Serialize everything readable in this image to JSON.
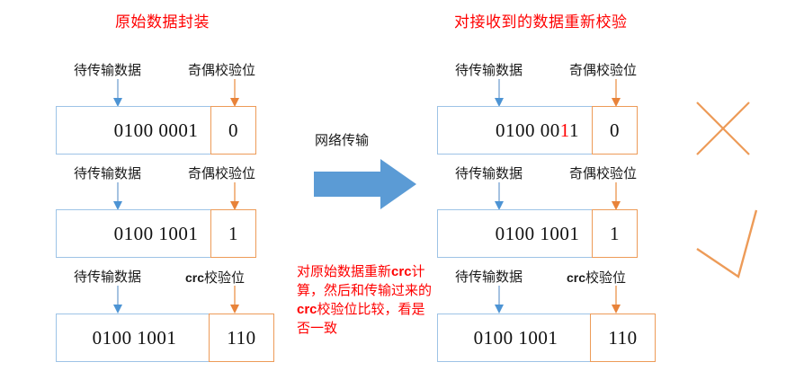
{
  "left_section": {
    "title": "原始数据封装",
    "rows": [
      {
        "data_caption": "待传输数据",
        "check_caption": "奇偶校验位",
        "check_caption_kind": "parity",
        "bits_prefix": "0100 0001",
        "bits_error": "",
        "bits_suffix": "",
        "check_value": "0"
      },
      {
        "data_caption": "待传输数据",
        "check_caption": "奇偶校验位",
        "check_caption_kind": "parity",
        "bits_prefix": "0100 1001",
        "bits_error": "",
        "bits_suffix": "",
        "check_value": "1"
      },
      {
        "data_caption": "待传输数据",
        "check_caption_crc": "crc",
        "check_caption_rest": "校验位",
        "check_caption_kind": "crc",
        "bits_prefix": "0100 1001",
        "bits_error": "",
        "bits_suffix": "",
        "check_value": "110"
      }
    ]
  },
  "transmission": {
    "label": "网络传输",
    "arrow_color": "#5B9BD5",
    "arrow_icon": "right-block-arrow"
  },
  "note": {
    "line1": "对原始数据重新",
    "crc1": "crc",
    "line2": "计算，然后",
    "line3": "和传输过来的",
    "crc2": "crc",
    "line4": "校验位比较",
    "line5": "，看是否一致",
    "color": "#FF0000"
  },
  "right_section": {
    "title": "对接收到的数据重新校验",
    "rows": [
      {
        "data_caption": "待传输数据",
        "check_caption": "奇偶校验位",
        "check_caption_kind": "parity",
        "bits_prefix": "0100 00",
        "bits_error": "1",
        "bits_suffix": "1",
        "check_value": "0"
      },
      {
        "data_caption": "待传输数据",
        "check_caption": "奇偶校验位",
        "check_caption_kind": "parity",
        "bits_prefix": "0100 1001",
        "bits_error": "",
        "bits_suffix": "",
        "check_value": "1"
      },
      {
        "data_caption": "待传输数据",
        "check_caption_crc": "crc",
        "check_caption_rest": "校验位",
        "check_caption_kind": "crc",
        "bits_prefix": "0100 1001",
        "bits_error": "",
        "bits_suffix": "",
        "check_value": "110"
      }
    ]
  },
  "verdicts": [
    {
      "icon": "cross-mark-icon",
      "meaning": "check-failed",
      "color": "#ED9B58"
    },
    {
      "icon": "check-mark-icon",
      "meaning": "check-passed",
      "color": "#ED9B58"
    }
  ],
  "colors": {
    "data_border": "#9DC3E6",
    "check_border": "#ED9B58",
    "title_red": "#FF0000",
    "arrow_blue": "#5B9BD5",
    "connector_blue": "#7FA9D4",
    "connector_orange": "#ED9B58",
    "bit_text": "#111111"
  }
}
